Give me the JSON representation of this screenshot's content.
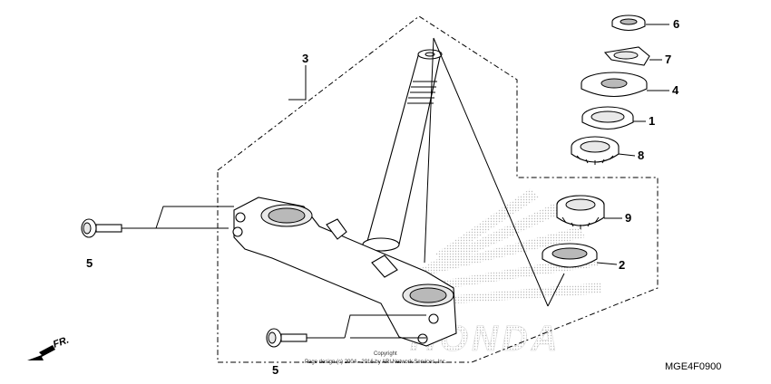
{
  "callouts": {
    "c1": "1",
    "c2": "2",
    "c3": "3",
    "c4": "4",
    "c5a": "5",
    "c5b": "5",
    "c6": "6",
    "c7": "7",
    "c8": "8",
    "c9": "9"
  },
  "direction_label": "FR.",
  "diagram_code": "MGE4F0900",
  "watermark": {
    "brand": "HONDA",
    "copyright_line1": "Copyright",
    "copyright_line2": "Page design (c) 2004 - 2016 by ARI Network Services, Inc."
  }
}
